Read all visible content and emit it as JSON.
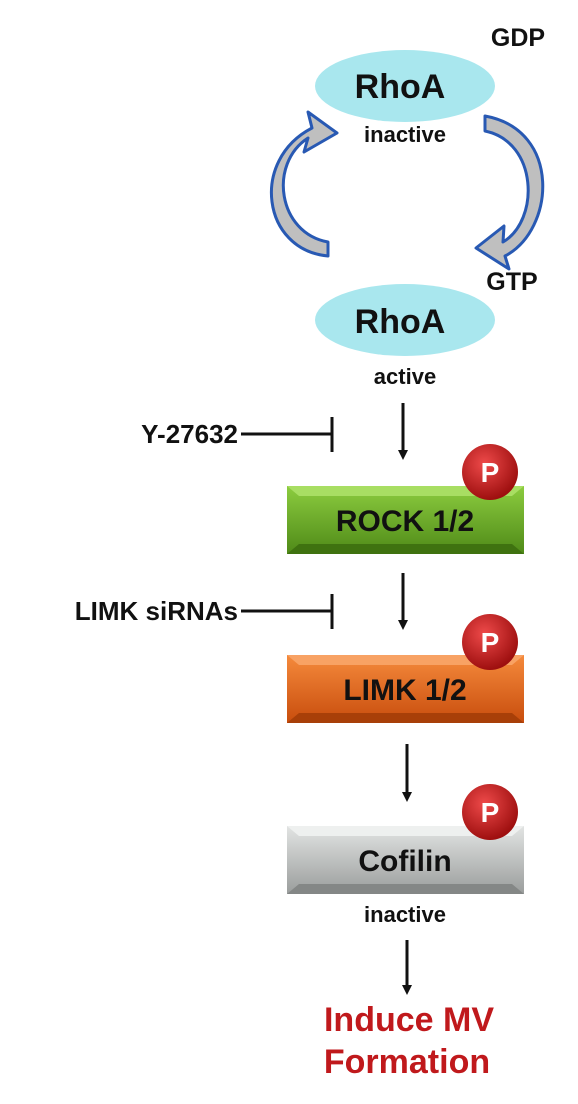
{
  "rhoa_inactive": {
    "name": "RhoA",
    "nucleotide": "GDP",
    "state": "inactive"
  },
  "rhoa_active": {
    "name": "RhoA",
    "nucleotide": "GTP",
    "state": "active"
  },
  "inhibitors": [
    {
      "label": "Y-27632"
    },
    {
      "label": "LIMK siRNAs"
    }
  ],
  "kinases": [
    {
      "label": "ROCK 1/2",
      "phospho": "P",
      "color": "#6aa524"
    },
    {
      "label": "LIMK 1/2",
      "phospho": "P",
      "color": "#e8651a"
    }
  ],
  "cofilin": {
    "label": "Cofilin",
    "phospho": "P",
    "state": "inactive",
    "color": "#c4c7c5"
  },
  "outcome": {
    "line1": "Induce MV",
    "line2": "Formation",
    "color": "#c0191c"
  },
  "colors": {
    "ellipse": "#a9e7ee",
    "cycle_arrow_outline": "#2859b3",
    "cycle_arrow_fill": "#bfbfbf",
    "phospho_badge": "#cc1a1a",
    "arrow": "#111111"
  }
}
